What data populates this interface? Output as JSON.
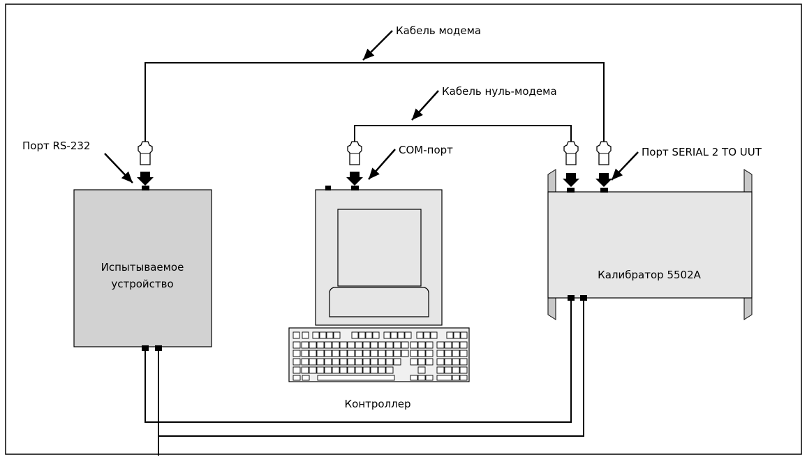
{
  "labels": {
    "modem_cable": "Кабель модема",
    "null_modem_cable": "Кабель нуль-модема",
    "rs232_port": "Порт RS-232",
    "com_port": "COM-порт",
    "serial2_port": "Порт SERIAL 2 TO UUT",
    "uut_line1": "Испытываемое",
    "uut_line2": "устройство",
    "controller": "Контроллер",
    "calibrator": "Калибратор 5502A"
  },
  "colors": {
    "device_fill": "#d2d2d2",
    "panel_fill": "#e6e6e6",
    "ink": "#000000"
  },
  "icons": [
    "db9-connector-icon",
    "arrow-icon",
    "keyboard-icon",
    "monitor-icon"
  ]
}
